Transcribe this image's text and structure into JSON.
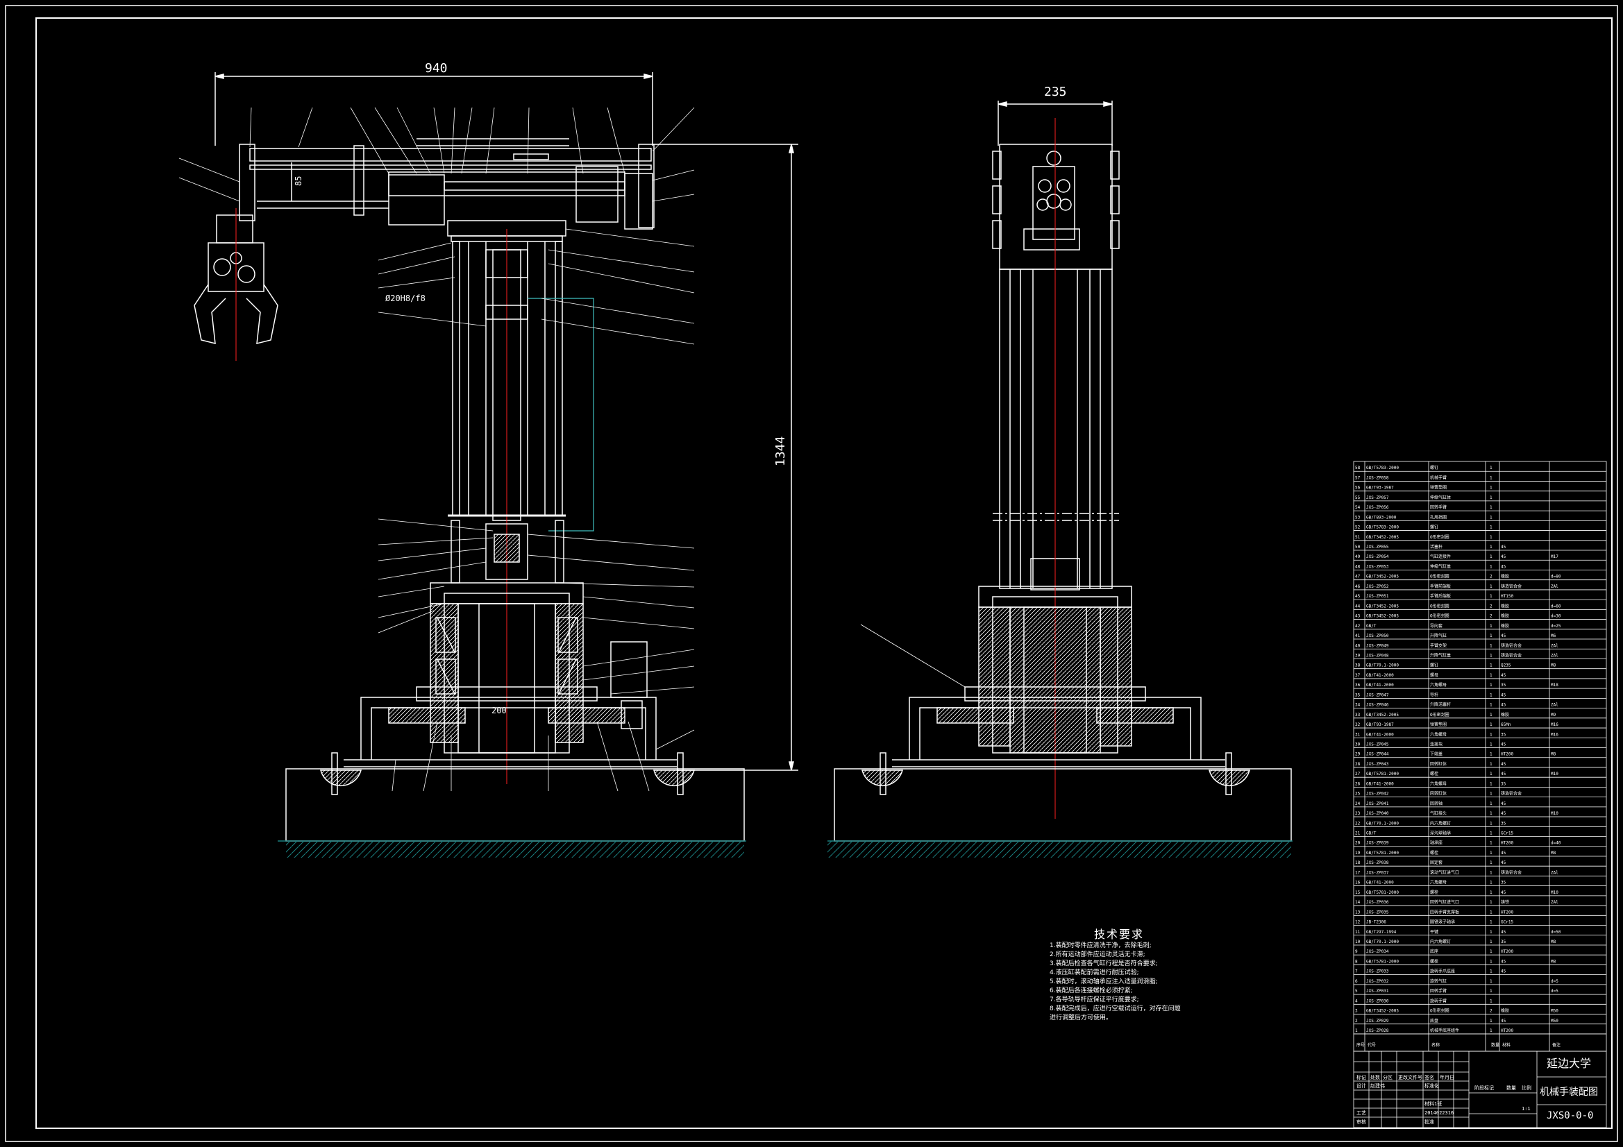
{
  "dimensions": {
    "width_top": "940",
    "height": "1344",
    "depth": "235",
    "gap": "85",
    "fit_hole": "Ø20H8/f8",
    "bore": "200"
  },
  "title_block": {
    "university": "延边大学",
    "drawing_name": "机械手装配图",
    "drawing_no": "JXS0-0-0",
    "scale": "1:1",
    "designer_label": "设计",
    "designer": "赵建伟",
    "check_label": "审核",
    "process_label": "工艺",
    "class": "材料1班",
    "student_no": "2014022316",
    "col_labels": [
      "标记",
      "处数",
      "分区",
      "更改文件号",
      "签名",
      "年月日"
    ],
    "stage_labels": [
      "阶段标记",
      "数量",
      "比例"
    ],
    "std_label": "标准化",
    "approve_label": "批准"
  },
  "technical_requirements": {
    "title": "技术要求",
    "items": [
      "1.装配时零件应清洗干净，去除毛刺;",
      "2.所有运动部件应运动灵活无卡滞;",
      "3.装配后检查各气缸行程是否符合要求;",
      "4.液压缸装配前需进行耐压试验;",
      "5.装配时，滚动轴承应注入适量润滑脂;",
      "6.装配后各连接螺栓必须拧紧;",
      "7.各导轨导杆应保证平行度要求;",
      "8.装配完成后，应进行空载试运行，对存在问题",
      "进行调整后方可使用。"
    ]
  },
  "bom_header": [
    "序号",
    "代号",
    "名称",
    "数量",
    "材料",
    "备注"
  ],
  "bom_rows": [
    [
      "58",
      "GB/T5783-2000",
      "螺钉",
      "1",
      "",
      ""
    ],
    [
      "57",
      "JXS-ZP058",
      "机械手臂",
      "1",
      "",
      ""
    ],
    [
      "56",
      "GB/T93-1987",
      "弹簧垫圈",
      "1",
      "",
      ""
    ],
    [
      "55",
      "JXS-ZP057",
      "伸缩气缸体",
      "1",
      "",
      ""
    ],
    [
      "54",
      "JXS-ZP056",
      "回转手臂",
      "1",
      "",
      ""
    ],
    [
      "53",
      "GB/T893-2000",
      "孔用挡圈",
      "1",
      "",
      ""
    ],
    [
      "52",
      "GB/T5783-2000",
      "螺钉",
      "1",
      "",
      ""
    ],
    [
      "51",
      "GB/T3452-2005",
      "O形密封圈",
      "1",
      "",
      ""
    ],
    [
      "50",
      "JXS-ZP055",
      "活塞杆",
      "1",
      "45",
      ""
    ],
    [
      "49",
      "JXS-ZP054",
      "气缸连接件",
      "1",
      "45",
      "M17"
    ],
    [
      "48",
      "JXS-ZP053",
      "伸缩气缸盖",
      "1",
      "45",
      ""
    ],
    [
      "47",
      "GB/T3452-2005",
      "O形密封圈",
      "2",
      "橡胶",
      "d=80"
    ],
    [
      "46",
      "JXS-ZP052",
      "手臂前端板",
      "1",
      "铸造铝合金",
      "ZAl"
    ],
    [
      "45",
      "JXS-ZP051",
      "手臂后端板",
      "1",
      "HT150",
      ""
    ],
    [
      "44",
      "GB/T3452-2005",
      "O形密封圈",
      "2",
      "橡胶",
      "d=60"
    ],
    [
      "43",
      "GB/T3452-2005",
      "O形密封圈",
      "2",
      "橡胶",
      "d=30"
    ],
    [
      "42",
      "GB/T",
      "导向套",
      "1",
      "橡胶",
      "d=25"
    ],
    [
      "41",
      "JXS-ZP050",
      "升降气缸",
      "1",
      "45",
      "M6"
    ],
    [
      "40",
      "JXS-ZP049",
      "手臂支架",
      "1",
      "铸造铝合金",
      "ZAl"
    ],
    [
      "39",
      "JXS-ZP048",
      "升降气缸盖",
      "1",
      "铸造铝合金",
      "ZAl"
    ],
    [
      "38",
      "GB/T70.1-2000",
      "螺钉",
      "1",
      "Q235",
      "M8"
    ],
    [
      "37",
      "GB/T41-2000",
      "螺母",
      "1",
      "45",
      ""
    ],
    [
      "36",
      "GB/T41-2000",
      "六角螺母",
      "1",
      "35",
      "M18"
    ],
    [
      "35",
      "JXS-ZP047",
      "导杆",
      "1",
      "45",
      ""
    ],
    [
      "34",
      "JXS-ZP046",
      "升降活塞杆",
      "1",
      "45",
      "ZAl"
    ],
    [
      "33",
      "GB/T3452-2005",
      "O形密封圈",
      "1",
      "橡胶",
      "M9"
    ],
    [
      "32",
      "GB/T93-1987",
      "弹簧垫圈",
      "1",
      "65Mn",
      "M16"
    ],
    [
      "31",
      "GB/T41-2000",
      "六角螺母",
      "1",
      "35",
      "M16"
    ],
    [
      "30",
      "JXS-ZP045",
      "连接块",
      "1",
      "45",
      ""
    ],
    [
      "29",
      "JXS-ZP044",
      "下端盖",
      "1",
      "HT200",
      "M8"
    ],
    [
      "28",
      "JXS-ZP043",
      "回转缸体",
      "1",
      "45",
      ""
    ],
    [
      "27",
      "GB/T5781-2000",
      "螺栓",
      "1",
      "45",
      "M10"
    ],
    [
      "26",
      "GB/T41-2000",
      "六角螺母",
      "1",
      "35",
      ""
    ],
    [
      "25",
      "JXS-ZP042",
      "回转缸体",
      "1",
      "铸造铝合金",
      ""
    ],
    [
      "24",
      "JXS-ZP041",
      "回转轴",
      "1",
      "45",
      ""
    ],
    [
      "23",
      "JXS-ZP040",
      "气缸接头",
      "1",
      "45",
      "M10"
    ],
    [
      "22",
      "GB/T70.1-2000",
      "内六角螺钉",
      "1",
      "35",
      ""
    ],
    [
      "21",
      "GB/T",
      "深沟球轴承",
      "1",
      "GCr15",
      ""
    ],
    [
      "20",
      "JXS-ZP039",
      "轴承座",
      "1",
      "HT200",
      "d=40"
    ],
    [
      "19",
      "GB/T5781-2000",
      "螺栓",
      "1",
      "45",
      "M8"
    ],
    [
      "18",
      "JXS-ZP038",
      "固定套",
      "1",
      "45",
      ""
    ],
    [
      "17",
      "JXS-ZP037",
      "滚动气缸进气口",
      "1",
      "铸造铝合金",
      "ZAl"
    ],
    [
      "16",
      "GB/T41-2000",
      "六角螺母",
      "1",
      "35",
      ""
    ],
    [
      "15",
      "GB/T5781-2000",
      "螺栓",
      "1",
      "45",
      "M10"
    ],
    [
      "14",
      "JXS-ZP036",
      "回转气缸进气口",
      "1",
      "铸铁",
      "ZAl"
    ],
    [
      "13",
      "JXS-ZP035",
      "回转手臂支撑板",
      "1",
      "HT200",
      ""
    ],
    [
      "12",
      "JB-T2306",
      "圆锥滚子轴承",
      "1",
      "GCr15",
      ""
    ],
    [
      "11",
      "GB/T297-1994",
      "平键",
      "1",
      "45",
      "d=50"
    ],
    [
      "10",
      "GB/T70.1-2000",
      "内六角螺钉",
      "1",
      "35",
      "M8"
    ],
    [
      "9",
      "JXS-ZP034",
      "底座",
      "1",
      "HT200",
      ""
    ],
    [
      "8",
      "GB/T5781-2000",
      "螺栓",
      "1",
      "45",
      "M8"
    ],
    [
      "7",
      "JXS-ZP033",
      "旋转手爪底座",
      "1",
      "45",
      ""
    ],
    [
      "6",
      "JXS-ZP032",
      "旋转气缸",
      "1",
      "",
      "d=5"
    ],
    [
      "5",
      "JXS-ZP031",
      "回转手臂",
      "1",
      "",
      "d=5"
    ],
    [
      "4",
      "JXS-ZP030",
      "旋转手臂",
      "1",
      "",
      ""
    ],
    [
      "3",
      "GB/T3452-2005",
      "O形密封圈",
      "2",
      "橡胶",
      "M50"
    ],
    [
      "2",
      "JXS-ZP029",
      "底盘",
      "1",
      "45",
      "M50"
    ],
    [
      "1",
      "JXS-ZP028",
      "机械手底座组件",
      "1",
      "HT200",
      ""
    ]
  ],
  "colors": {
    "background": "#000000",
    "line": "#ffffff",
    "center": "#ff2020",
    "hatch": "#1a8080",
    "accent": "#40c0c0"
  }
}
